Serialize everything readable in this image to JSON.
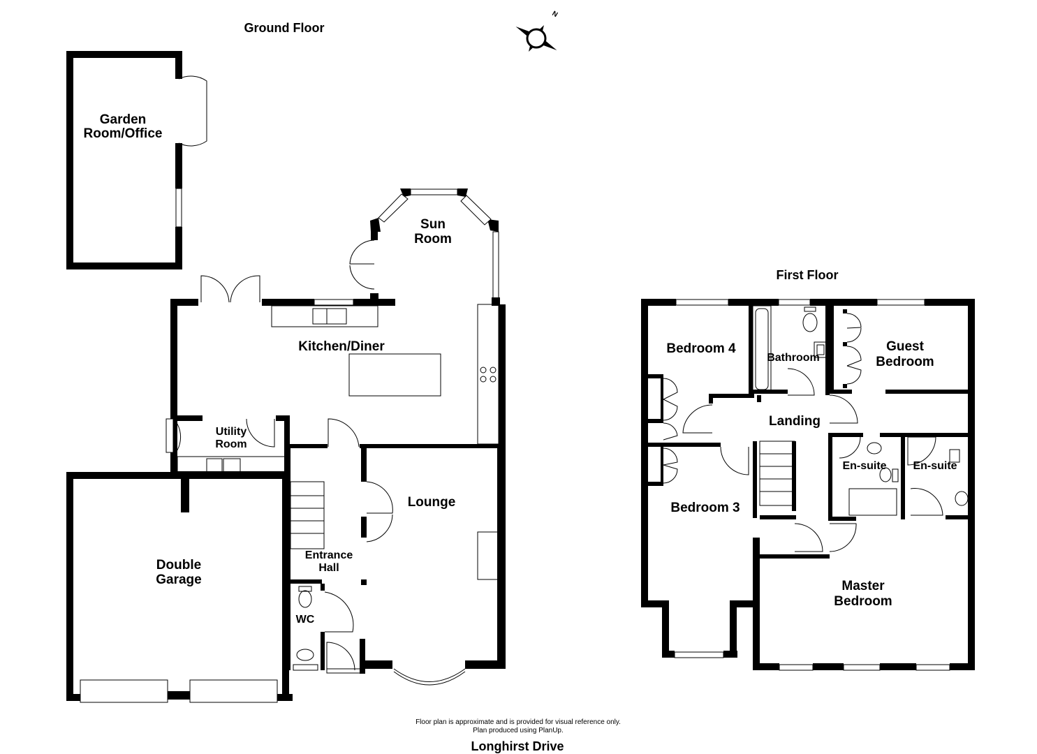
{
  "titles": {
    "ground_floor": "Ground Floor",
    "first_floor": "First Floor",
    "address": "Longhirst Drive"
  },
  "compass": {
    "north_letter": "N",
    "icon": "compass-rose-icon"
  },
  "ground_rooms": {
    "garden_room_line1": "Garden",
    "garden_room_line2": "Room/Office",
    "sun_room_line1": "Sun",
    "sun_room_line2": "Room",
    "kitchen": "Kitchen/Diner",
    "utility_line1": "Utility",
    "utility_line2": "Room",
    "lounge": "Lounge",
    "garage_line1": "Double",
    "garage_line2": "Garage",
    "hall_line1": "Entrance",
    "hall_line2": "Hall",
    "wc": "WC"
  },
  "first_rooms": {
    "bedroom4": "Bedroom 4",
    "bathroom": "Bathroom",
    "guest_line1": "Guest",
    "guest_line2": "Bedroom",
    "landing": "Landing",
    "ensuite1": "En-suite",
    "ensuite2": "En-suite",
    "bedroom3": "Bedroom 3",
    "master_line1": "Master",
    "master_line2": "Bedroom"
  },
  "footer": {
    "disclaimer_line1": "Floor plan is approximate and is provided for visual reference only.",
    "disclaimer_line2": "Plan produced using PlanUp."
  }
}
